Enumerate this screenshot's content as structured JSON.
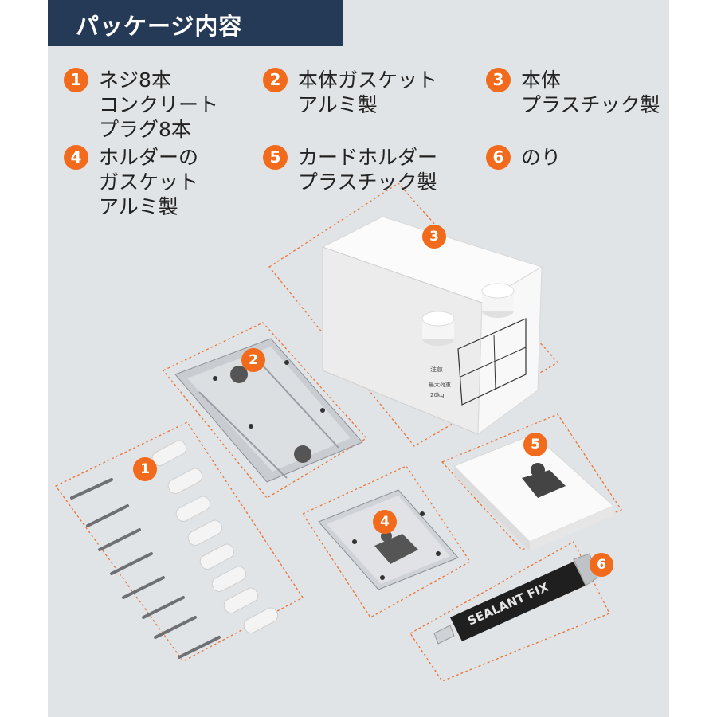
{
  "title": "パッケージ内容",
  "items": [
    {
      "num": "1",
      "text": "ネジ8本\nコンクリート\nプラグ8本"
    },
    {
      "num": "2",
      "text": "本体ガスケット\nアルミ製"
    },
    {
      "num": "3",
      "text": "本体\nプラスチック製"
    },
    {
      "num": "4",
      "text": "ホルダーの\nガスケット\nアルミ製"
    },
    {
      "num": "5",
      "text": "カードホルダー\nプラスチック製"
    },
    {
      "num": "6",
      "text": "のり"
    }
  ],
  "product_labels": {
    "glue_tube": "SEALANT FIX",
    "box_warning": "注意",
    "box_load": "最大荷重",
    "box_weight": "20kg"
  },
  "colors": {
    "accent": "#f26a1b",
    "title_band": "#253a56",
    "background": "#e1e4e6"
  }
}
